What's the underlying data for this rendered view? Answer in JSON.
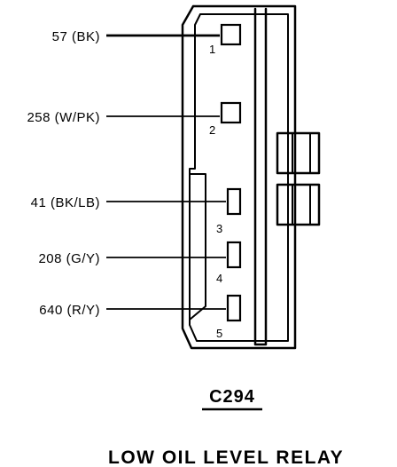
{
  "connector": {
    "id": "C294",
    "caption": "LOW OIL LEVEL RELAY",
    "pins": [
      {
        "number": "1",
        "wire": "57 (BK)"
      },
      {
        "number": "2",
        "wire": "258 (W/PK)"
      },
      {
        "number": "3",
        "wire": "41 (BK/LB)"
      },
      {
        "number": "4",
        "wire": "208 (G/Y)"
      },
      {
        "number": "5",
        "wire": "640 (R/Y)"
      }
    ]
  }
}
